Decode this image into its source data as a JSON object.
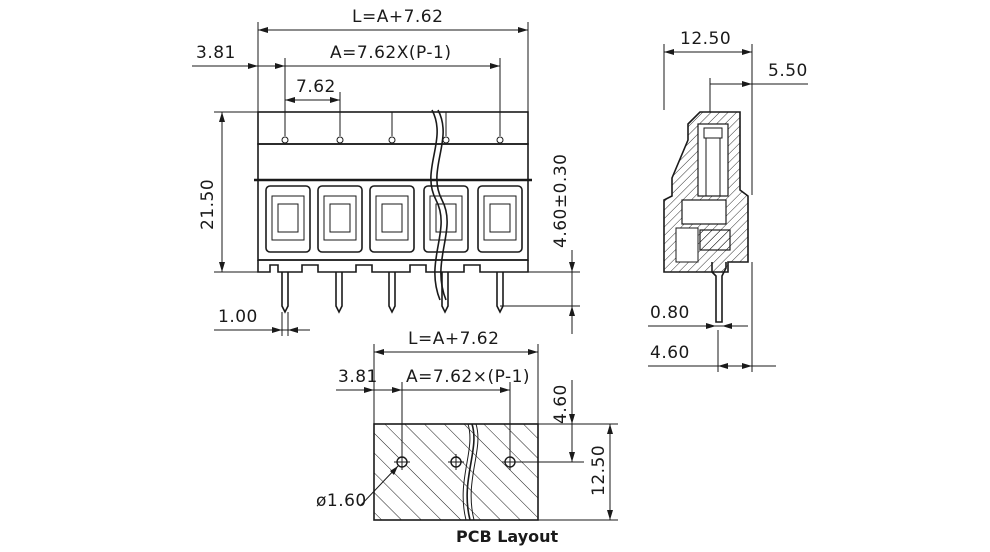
{
  "front_view": {
    "dim_L": "L=A+7.62",
    "dim_edge": "3.81",
    "dim_A": "A=7.62X(P-1)",
    "dim_pitch": "7.62",
    "dim_height": "21.50",
    "dim_pin_len": "4.60±0.30",
    "dim_pin_w": "1.00"
  },
  "side_view": {
    "dim_depth": "12.50",
    "dim_top": "5.50",
    "dim_pin_t": "0.80",
    "dim_pin_offset": "4.60"
  },
  "pcb_layout": {
    "dim_L": "L=A+7.62",
    "dim_edge": "3.81",
    "dim_A": "A=7.62×(P-1)",
    "dim_hole_off": "4.60",
    "dim_depth": "12.50",
    "dim_hole": "ø1.60",
    "caption": "PCB Layout"
  }
}
